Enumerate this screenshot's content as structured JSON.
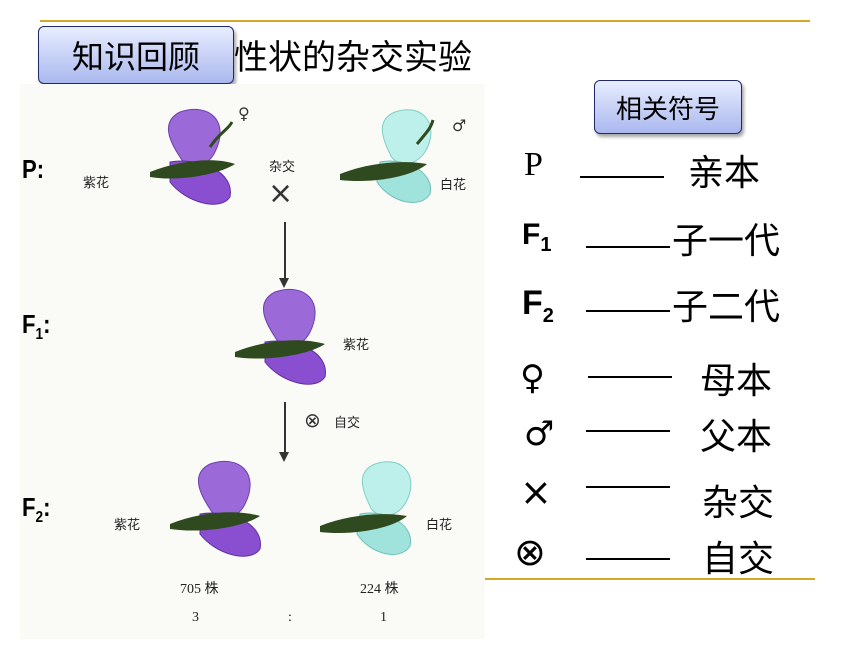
{
  "title_badge": "知识回顾",
  "page_title": "性状的杂交实验",
  "legend_badge": "相关符号",
  "figure": {
    "gen_p": "P:",
    "gen_f1": "F",
    "gen_f1_sub": "1",
    "gen_f1_colon": ":",
    "gen_f2": "F",
    "gen_f2_sub": "2",
    "gen_f2_colon": ":",
    "purple_label": "紫花",
    "white_label": "白花",
    "cross_label": "杂交",
    "self_label": "自交",
    "female_sym": "♀",
    "male_sym": "♂",
    "cross_sym": "×",
    "self_sym": "⊗",
    "count_purple": "705 株",
    "count_white": "224 株",
    "ratio_left": "3",
    "ratio_colon": ":",
    "ratio_right": "1",
    "colors": {
      "purple": "#8a4fd1",
      "white": "#9fe3dc",
      "stem": "#2f4a1e"
    }
  },
  "legend": {
    "p_sym": "P",
    "p_term": "亲本",
    "f1_sym": "F",
    "f1_sub": "1",
    "f1_term": "子一代",
    "f2_sym": "F",
    "f2_sub": "2",
    "f2_term": "子二代",
    "female_sym": "♀",
    "female_term": "母本",
    "male_sym": "♂",
    "male_term": "父本",
    "cross_sym": "×",
    "cross_term": "杂交",
    "self_sym": "⊗",
    "self_term": "自交"
  }
}
